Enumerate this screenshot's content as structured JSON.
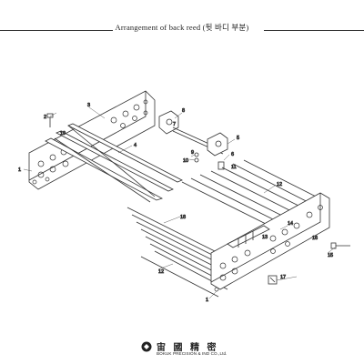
{
  "header": {
    "title": "Arrangement of back reed (뒷 바디 부분)"
  },
  "parts": {
    "p1a": "1",
    "p1b": "1",
    "p2": "2",
    "p3": "3",
    "p4": "4",
    "p5": "5",
    "p6": "6",
    "p7": "7",
    "p8": "8",
    "p9": "9",
    "p10": "10",
    "p11": "11",
    "p12a": "12",
    "p12b": "12",
    "p13": "13",
    "p14": "14",
    "p15": "15",
    "p16": "16",
    "p17": "17",
    "p18": "18",
    "p19": "19"
  },
  "footer": {
    "company_name": "宙 國 精 密",
    "company_sub": "BOKUK PRECISION & IND CO.,Ltd."
  }
}
